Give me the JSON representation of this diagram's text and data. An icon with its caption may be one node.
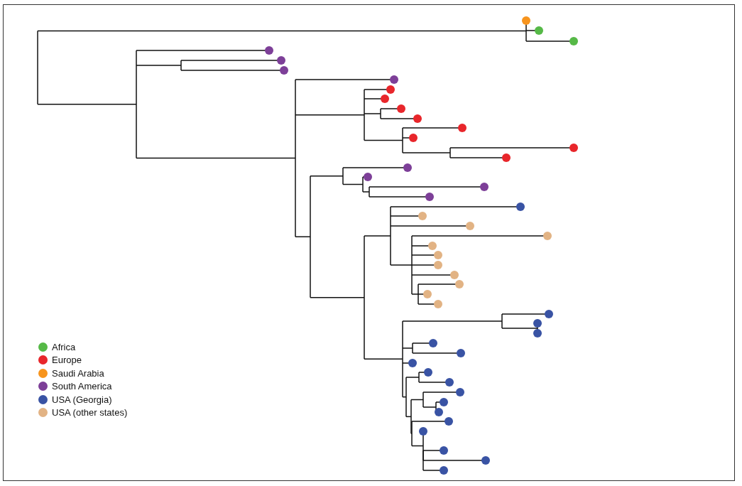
{
  "diagram": {
    "legend": [
      {
        "text": "Africa",
        "color": "#56b947"
      },
      {
        "text": "Europe",
        "color": "#e8262b"
      },
      {
        "text": "Saudi Arabia",
        "color": "#f7941d"
      },
      {
        "text": "South America",
        "color": "#7d3f98"
      },
      {
        "text": "USA (Georgia)",
        "color": "#3953a4"
      },
      {
        "text": "USA (other states)",
        "color": "#e2b384"
      }
    ]
  }
}
